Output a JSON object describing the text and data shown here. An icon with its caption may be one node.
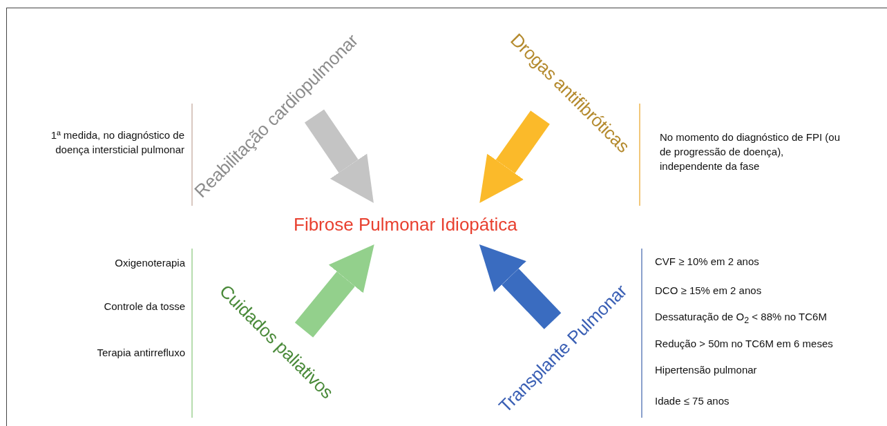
{
  "diagram": {
    "nodes": [
      {
        "text": [
          "Reabilitação cardiopulmonar"
        ]
      },
      {
        "text": [
          "Drogas antifibróticas"
        ]
      },
      {
        "text": [
          "Fibrose Pulmonar Idiopática"
        ]
      },
      {
        "text": [
          "Cuidados paliativos"
        ]
      },
      {
        "text": [
          "Transplante Pulmonar"
        ]
      }
    ],
    "edges": [
      {
        "from": 0,
        "to": 2,
        "arrow": "to",
        "color": "#c4c4c4"
      },
      {
        "from": 1,
        "to": 2,
        "arrow": "to",
        "color": "#fbba2a"
      },
      {
        "from": 3,
        "to": 2,
        "arrow": "to",
        "color": "#93d08c"
      },
      {
        "from": 4,
        "to": 2,
        "arrow": "to",
        "color": "#3a6cc0"
      }
    ],
    "labels": [
      "1ª medida, no diagnóstico de doença intersticial pulmonar",
      "No momento do diagnóstico de FPI (ou de progressão de doença), independente da fase",
      "Oxigenoterapia",
      "Controle da tosse",
      "Terapia antirrefluxo",
      "CVF ≥ 10% em 2 anos",
      "DCO ≥ 15% em 2 anos",
      "Dessaturação de O$_{2}$ < 88% no TC6M",
      "Redução > 50m no TC6M em 6 meses",
      "Hipertensão pulmonar",
      "Idade ≤ 75 anos"
    ]
  }
}
